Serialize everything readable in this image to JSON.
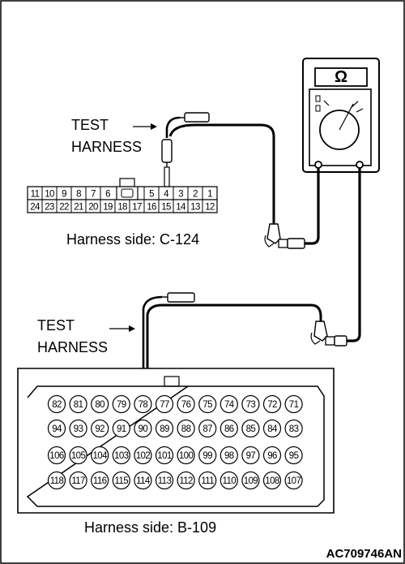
{
  "figure_id": "AC709746AN",
  "meter": {
    "symbol": "Ω"
  },
  "test_harness_upper": {
    "line1": "TEST",
    "line2": "HARNESS"
  },
  "test_harness_lower": {
    "line1": "TEST",
    "line2": "HARNESS"
  },
  "connector_c124": {
    "caption": "Harness side: C-124",
    "top_left": [
      "11",
      "10",
      "9",
      "8",
      "7",
      "6"
    ],
    "top_right": [
      "5",
      "4",
      "3",
      "2",
      "1"
    ],
    "bottom": [
      "24",
      "23",
      "22",
      "21",
      "20",
      "19",
      "18",
      "17",
      "16",
      "15",
      "14",
      "13",
      "12"
    ],
    "probed_pin": "4"
  },
  "connector_b109": {
    "caption": "Harness side: B-109",
    "rows": [
      [
        "82",
        "81",
        "80",
        "79",
        "78",
        "77",
        "76",
        "75",
        "74",
        "73",
        "72",
        "71"
      ],
      [
        "94",
        "93",
        "92",
        "91",
        "90",
        "89",
        "88",
        "87",
        "86",
        "85",
        "84",
        "83"
      ],
      [
        "106",
        "105",
        "104",
        "103",
        "102",
        "101",
        "100",
        "99",
        "98",
        "97",
        "96",
        "95"
      ],
      [
        "118",
        "117",
        "116",
        "115",
        "114",
        "113",
        "112",
        "111",
        "110",
        "109",
        "108",
        "107"
      ]
    ],
    "probed_pin": "90"
  }
}
